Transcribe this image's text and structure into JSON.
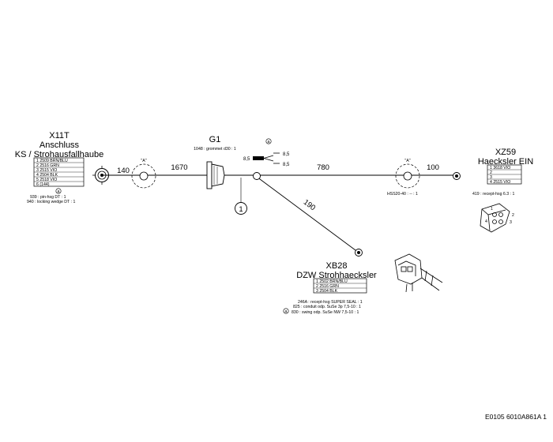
{
  "connectors": {
    "x11t": {
      "id": "X11T",
      "line1": "Anschluss",
      "line2": "KS  /  Strohausfallhaube",
      "pins": [
        "1 2509 BRN/BLU",
        "2 2516 GRN",
        "3 2515 VIO",
        "4 2504 BLK",
        "5 2518 VIO",
        "6 (144)"
      ],
      "note_marker": "a",
      "parts": [
        "939 : pin-hsg DT : 1",
        "940 : locking wedge DT : 1"
      ]
    },
    "g1": {
      "id": "G1",
      "part": "1048 : grommet d30 : 1"
    },
    "xz59": {
      "id": "XZ59",
      "line1": "Haecksler  EIN",
      "pins": [
        "1 3618 VIO",
        "2",
        "3",
        "4 2515 VIO"
      ],
      "part": "419 : recept-hsg 6.3 : 1"
    },
    "xb28": {
      "id": "XB28",
      "line1": "DZW  Strohhaecksler",
      "pins": [
        "1 2502 BRN/BLU",
        "2 2516 GRN",
        "3 2504 BLK"
      ],
      "parts": [
        "246A : recept-hsg SUPER SEAL : 1",
        "825 : conduit odp. SuSe 3p 7,5-10 : 1",
        "830 : swing odp. SuSe NW 7,5-10 : 1"
      ],
      "note_marker": "a"
    }
  },
  "segments": {
    "s140": "140",
    "s1670": "1670",
    "s780": "780",
    "s100": "100",
    "s190": "190"
  },
  "details": {
    "a1": "\"A\"",
    "a2": "\"A\""
  },
  "hss": "HSS20-40 : -- : 1",
  "callout": "1",
  "terminal": {
    "marker": "a",
    "top": "8,5",
    "left": "8,5",
    "right": "8,5"
  },
  "xz59_pin_labels": [
    "1",
    "2",
    "3",
    "4"
  ],
  "drawing_ref": "E0105 6010A861A 1"
}
